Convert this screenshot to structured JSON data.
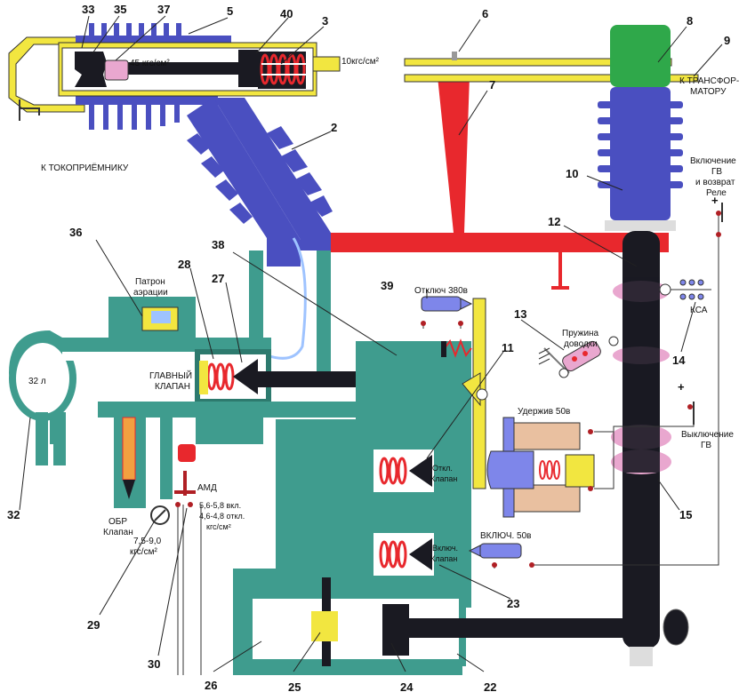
{
  "colors": {
    "teal": "#3f9c8e",
    "teal_dark": "#2d7a6e",
    "insulator_blue": "#4a4fc0",
    "yellow": "#f2e640",
    "red": "#e8282d",
    "black": "#1a1a22",
    "green": "#2fa84a",
    "pink": "#e9a7cf",
    "coil_blue": "#7e86ea",
    "light_blue": "#9ec3ff"
  },
  "numbers": {
    "n2": "2",
    "n3": "3",
    "n5": "5",
    "n6": "6",
    "n7": "7",
    "n8": "8",
    "n9": "9",
    "n10": "10",
    "n11": "11",
    "n12": "12",
    "n13": "13",
    "n14": "14",
    "n15": "15",
    "n22": "22",
    "n23": "23",
    "n24": "24",
    "n25": "25",
    "n26": "26",
    "n27": "27",
    "n28": "28",
    "n29": "29",
    "n30": "30",
    "n32": "32",
    "n33": "33",
    "n35": "35",
    "n36": "36",
    "n37": "37",
    "n38": "38",
    "n39": "39",
    "n40": "40"
  },
  "labels": {
    "pressure_45": "45 кгс/см²",
    "pressure_10": "10кгс/см²",
    "to_pantograph": "К ТОКОПРИЁМНИКУ",
    "to_transformer_1": "К ТРАНСФОР-",
    "to_transformer_2": "МАТОРУ",
    "enable_gv_1": "Включение",
    "enable_gv_2": "ГВ",
    "enable_gv_3": "и возврат",
    "enable_gv_4": "Реле",
    "aeration_1": "Патрон",
    "aeration_2": "аэрации",
    "main_valve_1": "ГЛАВНЫЙ",
    "main_valve_2": "КЛАПАН",
    "tank_volume": "32 л",
    "trip_380": "Отключ  380в",
    "spring_1": "Пружина",
    "spring_2": "доводки",
    "ksa": "КСА",
    "hold_50": "Удержив 50в",
    "disable_gv_1": "Выключение",
    "disable_gv_2": "ГВ",
    "off_valve_1": "Откл.",
    "off_valve_2": "Клапан",
    "on_valve_1": "Включ.",
    "on_valve_2": "Клапан",
    "on_50": "ВКЛЮЧ. 50в",
    "amd": "АМД",
    "amd_on": "5,6-5,8 вкл.",
    "amd_off": "4,6-4,8 откл.",
    "amd_unit": "кгс/см²",
    "obr_1": "ОБР",
    "obr_2": "Клапан",
    "gauge_1": "7,5-9,0",
    "gauge_2": "кгс/см²",
    "plus_1": "+",
    "plus_2": "+"
  }
}
